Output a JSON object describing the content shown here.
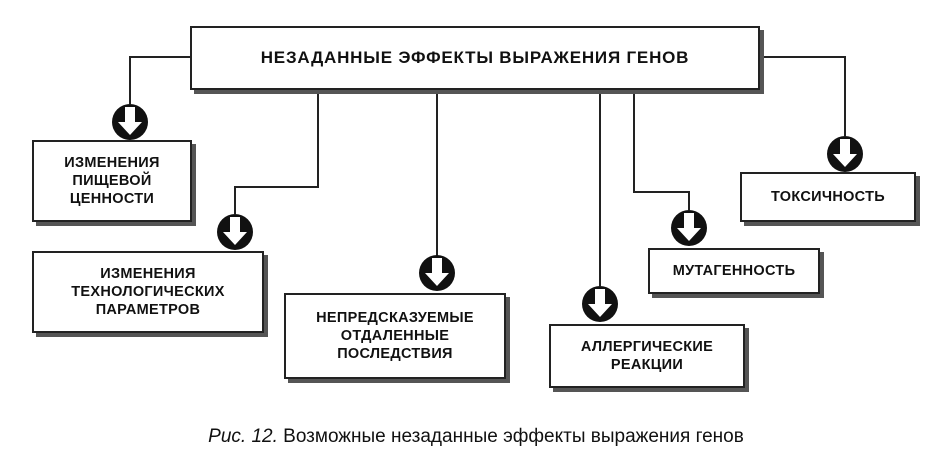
{
  "title": "НЕЗАДАННЫЕ ЭФФЕКТЫ ВЫРАЖЕНИЯ ГЕНОВ",
  "effects": [
    "ИЗМЕНЕНИЯ\nПИЩЕВОЙ\nЦЕННОСТИ",
    "ИЗМЕНЕНИЯ\nТЕХНОЛОГИЧЕСКИХ\nПАРАМЕТРОВ",
    "НЕПРЕДСКАЗУЕМЫЕ\nОТДАЛЕННЫЕ\nПОСЛЕДСТВИЯ",
    "АЛЛЕРГИЧЕСКИЕ\nРЕАКЦИИ",
    "МУТАГЕННОСТЬ",
    "ТОКСИЧНОСТЬ"
  ],
  "caption": {
    "prefix": "Рис. 12.",
    "text": " Возможные незаданные эффекты выражения генов"
  }
}
